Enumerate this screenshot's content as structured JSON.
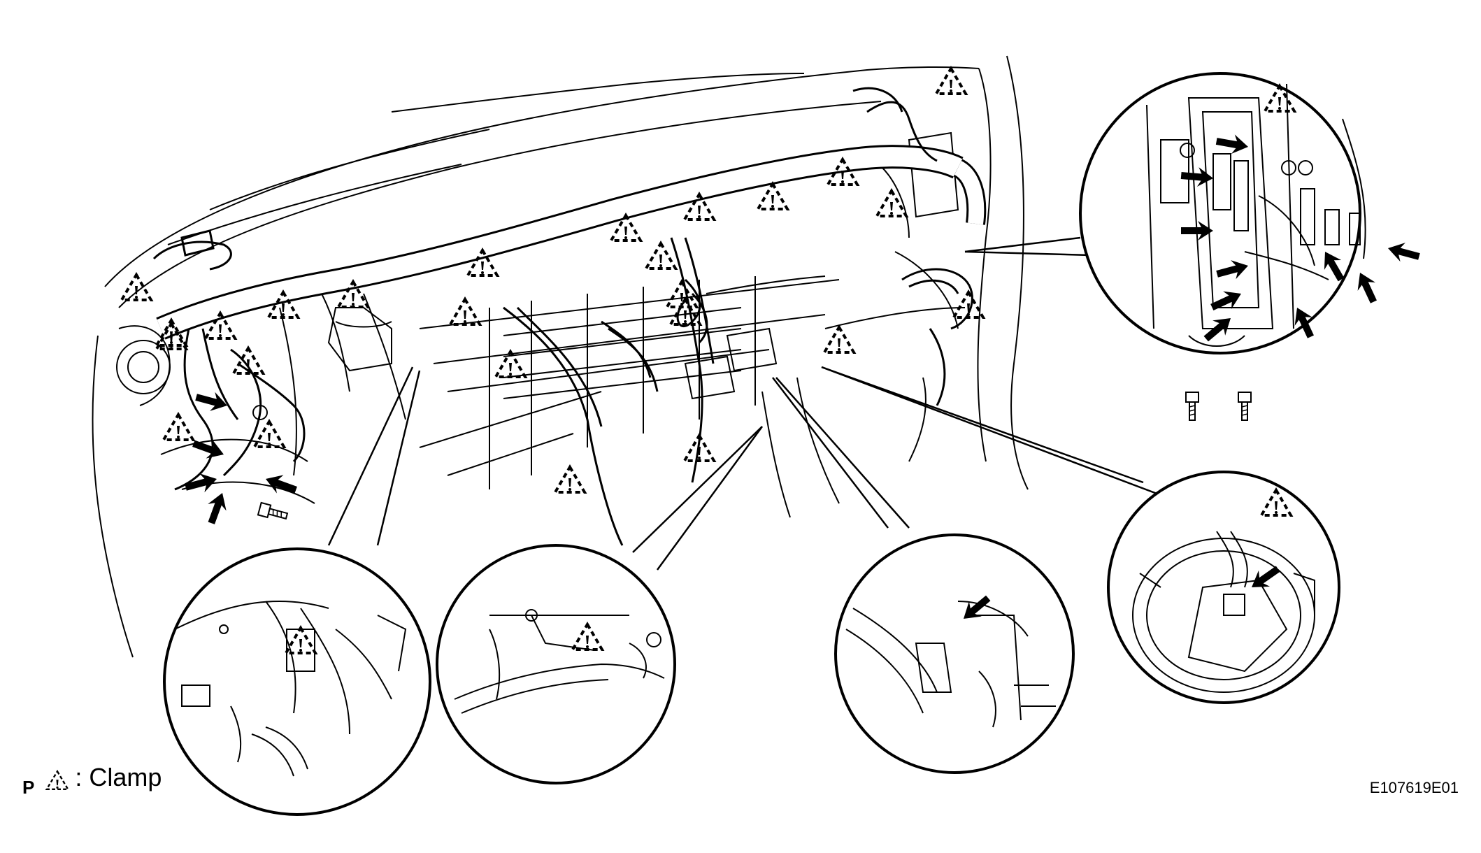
{
  "legend": {
    "mark": "P",
    "colon_label": ": Clamp"
  },
  "figure_id": "E107619E01",
  "colors": {
    "line": "#000000",
    "background": "#ffffff"
  },
  "icons": {
    "clamp": "dashed-triangle-icon",
    "pointer": "arrow-icon",
    "fastener": "bolt-icon"
  }
}
